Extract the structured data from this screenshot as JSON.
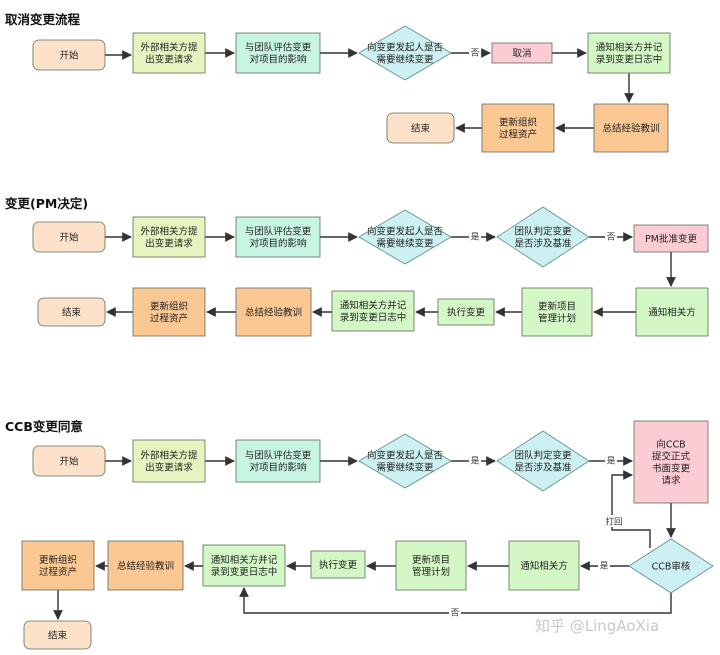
{
  "colors": {
    "start_end": "#fde1c8",
    "request": "#e6f5bf",
    "assess": "#c7f5e2",
    "decision": "#cdf0f3",
    "green": "#d3f7c5",
    "cancel": "#fbccd3",
    "orange": "#fbc792",
    "pm": "#fbccd3",
    "ccb": "#fbccd3",
    "arrow": "#333333"
  },
  "sections": {
    "s1": {
      "title": "取消变更流程",
      "start": "开始",
      "request": [
        "外部相关方提",
        "出变更请求"
      ],
      "assess": [
        "与团队评估变更",
        "对项目的影响"
      ],
      "decision": [
        "向变更发起人是否",
        "需要继续变更"
      ],
      "edge_no": "否",
      "cancel": "取消",
      "notify": [
        "通知相关方并记",
        "录到变更日志中"
      ],
      "lessons": "总结经验教训",
      "update": [
        "更新组织",
        "过程资产"
      ],
      "end": "结束"
    },
    "s2": {
      "title": "变更(PM决定)",
      "start": "开始",
      "request": [
        "外部相关方提",
        "出变更请求"
      ],
      "assess": [
        "与团队评估变更",
        "对项目的影响"
      ],
      "decision1": [
        "向变更发起人是否",
        "需要继续变更"
      ],
      "edge_yes": "是",
      "decision2": [
        "团队判定变更",
        "是否涉及基准"
      ],
      "edge_no": "否",
      "approve": "PM批准变更",
      "notify": "通知相关方",
      "update_plan": [
        "更新项目",
        "管理计划"
      ],
      "execute": "执行变更",
      "record": [
        "通知相关方并记",
        "录到变更日志中"
      ],
      "lessons": "总结经验教训",
      "update_assets": [
        "更新组织",
        "过程资产"
      ],
      "end": "结束"
    },
    "s3": {
      "title": "CCB变更同意",
      "start": "开始",
      "request": [
        "外部相关方提",
        "出变更请求"
      ],
      "assess": [
        "与团队评估变更",
        "对项目的影响"
      ],
      "decision1": [
        "向变更发起人是否",
        "需要继续变更"
      ],
      "edge_yes1": "是",
      "decision2": [
        "团队判定变更",
        "是否涉及基准"
      ],
      "edge_yes2": "是",
      "submit": [
        "向CCB",
        "提交正式",
        "书面变更",
        "请求"
      ],
      "edge_return": "打回",
      "ccb": "CCB审核",
      "edge_yes3": "是",
      "edge_no": "否",
      "notify": "通知相关方",
      "update_plan": [
        "更新项目",
        "管理计划"
      ],
      "execute": "执行变更",
      "record": [
        "通知相关方并记",
        "录到变更日志中"
      ],
      "lessons": "总结经验教训",
      "update_assets": [
        "更新组织",
        "过程资产"
      ],
      "end": "结束"
    }
  },
  "watermark": "知乎 @LingAoXia"
}
